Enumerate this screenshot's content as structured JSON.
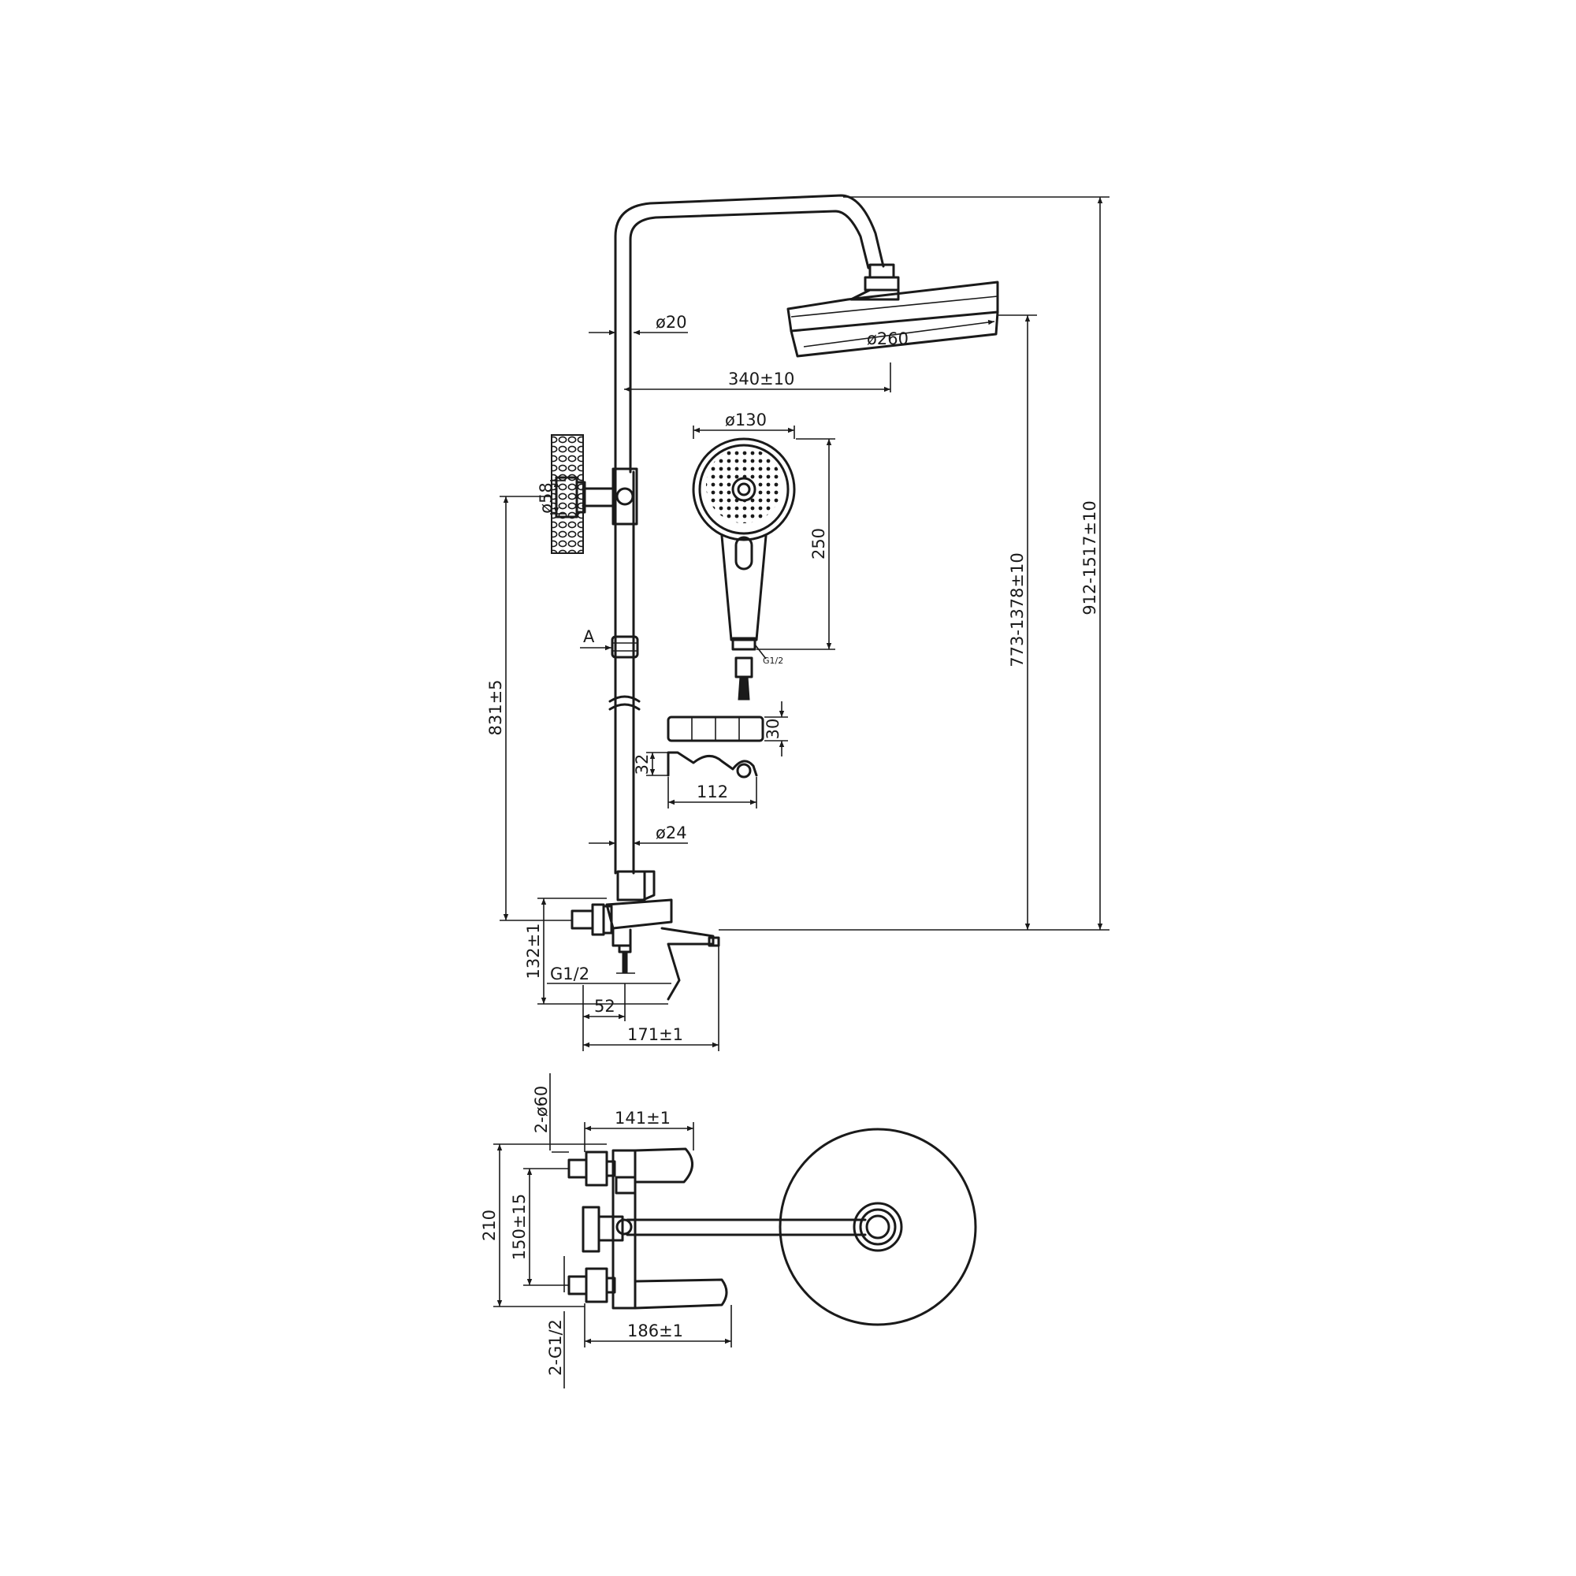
{
  "dimensions": {
    "pipe_diameter_top": "ø20",
    "head_diameter": "ø260",
    "arm_reach": "340±10",
    "hand_diameter": "ø130",
    "hand_length": "250",
    "thread_hand": "G1/2",
    "rail_marker": "A",
    "height_head": "773-1378±10",
    "height_total": "912-1517±10",
    "flange_diameter": "ø58",
    "bracket_height": "831±5",
    "holder_height": "30",
    "holder_depth": "32",
    "holder_width": "112",
    "pipe_diameter_bottom": "ø24",
    "mixer_height": "132±1",
    "thread_inlet": "G1/2",
    "inlet_offset": "52",
    "spout_reach": "171±1",
    "top_view_escutcheon": "2-ø60",
    "top_view_width": "141±1",
    "top_view_depth": "210",
    "top_view_centers": "150±15",
    "top_view_spout": "186±1",
    "top_view_inlets": "2-G1/2"
  }
}
